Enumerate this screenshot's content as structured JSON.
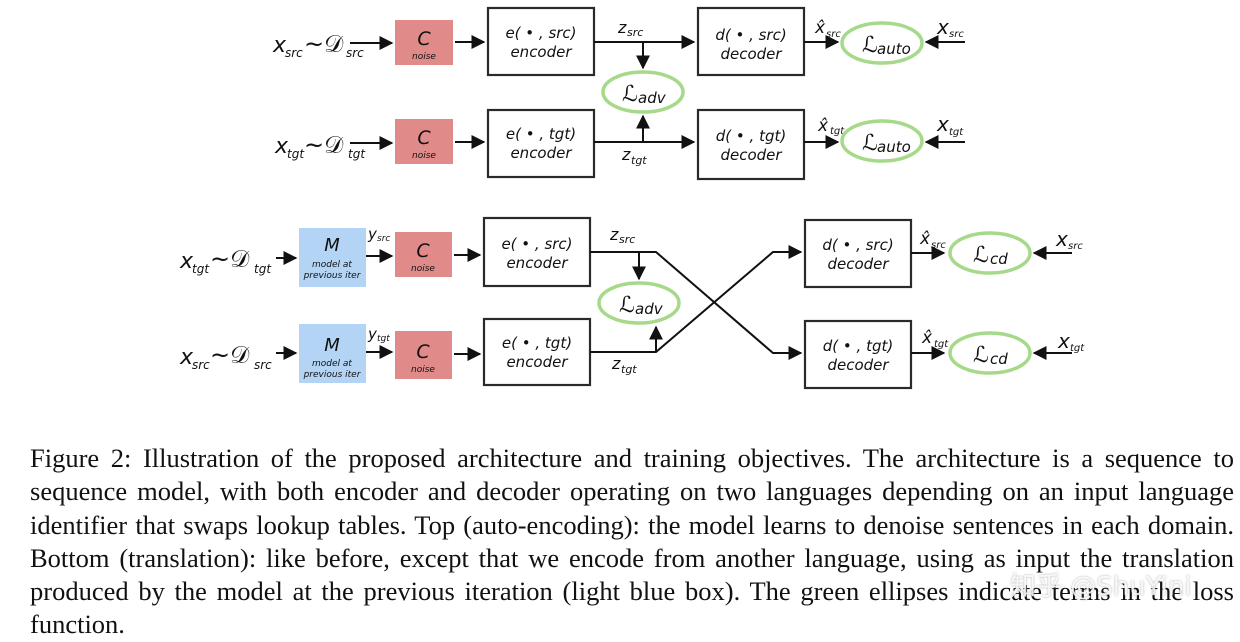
{
  "diagram": {
    "noise_box": {
      "symbol": "C",
      "label": "noise"
    },
    "model_box": {
      "symbol": "M",
      "line1": "model at",
      "line2": "previous iter"
    },
    "enc_src": {
      "fn": "e( • , src)",
      "label": "encoder"
    },
    "enc_tgt": {
      "fn": "e( • , tgt)",
      "label": "encoder"
    },
    "dec_src": {
      "fn": "d( • , src)",
      "label": "decoder"
    },
    "dec_tgt": {
      "fn": "d( • , tgt)",
      "label": "decoder"
    },
    "loss_auto": {
      "sym": "ℒ",
      "sub": "auto"
    },
    "loss_adv": {
      "sym": "ℒ",
      "sub": "adv"
    },
    "loss_cd": {
      "sym": "ℒ",
      "sub": "cd"
    },
    "x": "x",
    "y": "y",
    "z": "z",
    "xhat": "x̂",
    "tilde_d": "~𝒟",
    "src": "src",
    "tgt": "tgt"
  },
  "caption": "Figure 2: Illustration of the proposed architecture and training objectives. The architecture is a sequence to sequence model, with both encoder and decoder operating on two languages depending on an input language identifier that swaps lookup tables. Top (auto-encoding): the model learns to denoise sentences in each domain. Bottom (translation): like before, except that we encode from another language, using as input the translation produced by the model at the previous iteration (light blue box). The green ellipses indicate terms in the loss function.",
  "watermark": "知乎 @ShuYini"
}
